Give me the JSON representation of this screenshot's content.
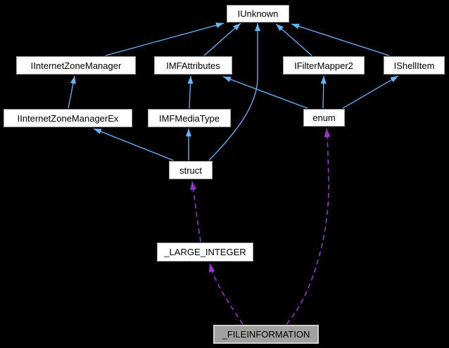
{
  "diagram": {
    "kind": "collaboration-graph",
    "background": "#000000",
    "colors": {
      "inheritance_edge": "#63b8ff",
      "usage_edge": "#9a32cd",
      "node_fill": "#ffffff",
      "node_border": "#9e9e9e",
      "node_text": "#000000",
      "selected_node_fill": "#a1a1a1",
      "selected_node_border": "#d0d0d0"
    },
    "nodes": [
      {
        "id": "iunknown",
        "label": "IUnknown",
        "selected": false
      },
      {
        "id": "iinternetzonemanager",
        "label": "IInternetZoneManager",
        "selected": false
      },
      {
        "id": "imfattributes",
        "label": "IMFAttributes",
        "selected": false
      },
      {
        "id": "ifiltermapper2",
        "label": "IFilterMapper2",
        "selected": false
      },
      {
        "id": "ishellitem",
        "label": "IShellItem",
        "selected": false
      },
      {
        "id": "iinternetzonemanagerex",
        "label": "IInternetZoneManagerEx",
        "selected": false
      },
      {
        "id": "imfmediatype",
        "label": "IMFMediaType",
        "selected": false
      },
      {
        "id": "enum",
        "label": "enum",
        "selected": false
      },
      {
        "id": "struct",
        "label": "struct",
        "selected": false
      },
      {
        "id": "large-integer",
        "label": "_LARGE_INTEGER",
        "selected": false
      },
      {
        "id": "fileinformation",
        "label": "_FILEINFORMATION",
        "selected": true
      }
    ],
    "edges": [
      {
        "from": "IInternetZoneManager",
        "to": "IUnknown",
        "style": "inheritance-solid-blue"
      },
      {
        "from": "IMFAttributes",
        "to": "IUnknown",
        "style": "inheritance-solid-blue"
      },
      {
        "from": "struct",
        "to": "IUnknown",
        "style": "inheritance-solid-blue"
      },
      {
        "from": "IFilterMapper2",
        "to": "IUnknown",
        "style": "inheritance-solid-blue"
      },
      {
        "from": "IShellItem",
        "to": "IUnknown",
        "style": "inheritance-solid-blue"
      },
      {
        "from": "IInternetZoneManagerEx",
        "to": "IInternetZoneManager",
        "style": "inheritance-solid-blue"
      },
      {
        "from": "IMFMediaType",
        "to": "IMFAttributes",
        "style": "inheritance-solid-blue"
      },
      {
        "from": "enum",
        "to": "IMFAttributes",
        "style": "inheritance-solid-blue"
      },
      {
        "from": "enum",
        "to": "IFilterMapper2",
        "style": "inheritance-solid-blue"
      },
      {
        "from": "enum",
        "to": "IShellItem",
        "style": "inheritance-solid-blue"
      },
      {
        "from": "struct",
        "to": "IInternetZoneManagerEx",
        "style": "inheritance-solid-blue"
      },
      {
        "from": "struct",
        "to": "IMFMediaType",
        "style": "inheritance-solid-blue"
      },
      {
        "from": "_LARGE_INTEGER",
        "to": "struct",
        "style": "usage-dashed-purple"
      },
      {
        "from": "_FILEINFORMATION",
        "to": "_LARGE_INTEGER",
        "style": "usage-dashed-purple"
      },
      {
        "from": "_FILEINFORMATION",
        "to": "enum",
        "style": "usage-dashed-purple"
      }
    ]
  }
}
